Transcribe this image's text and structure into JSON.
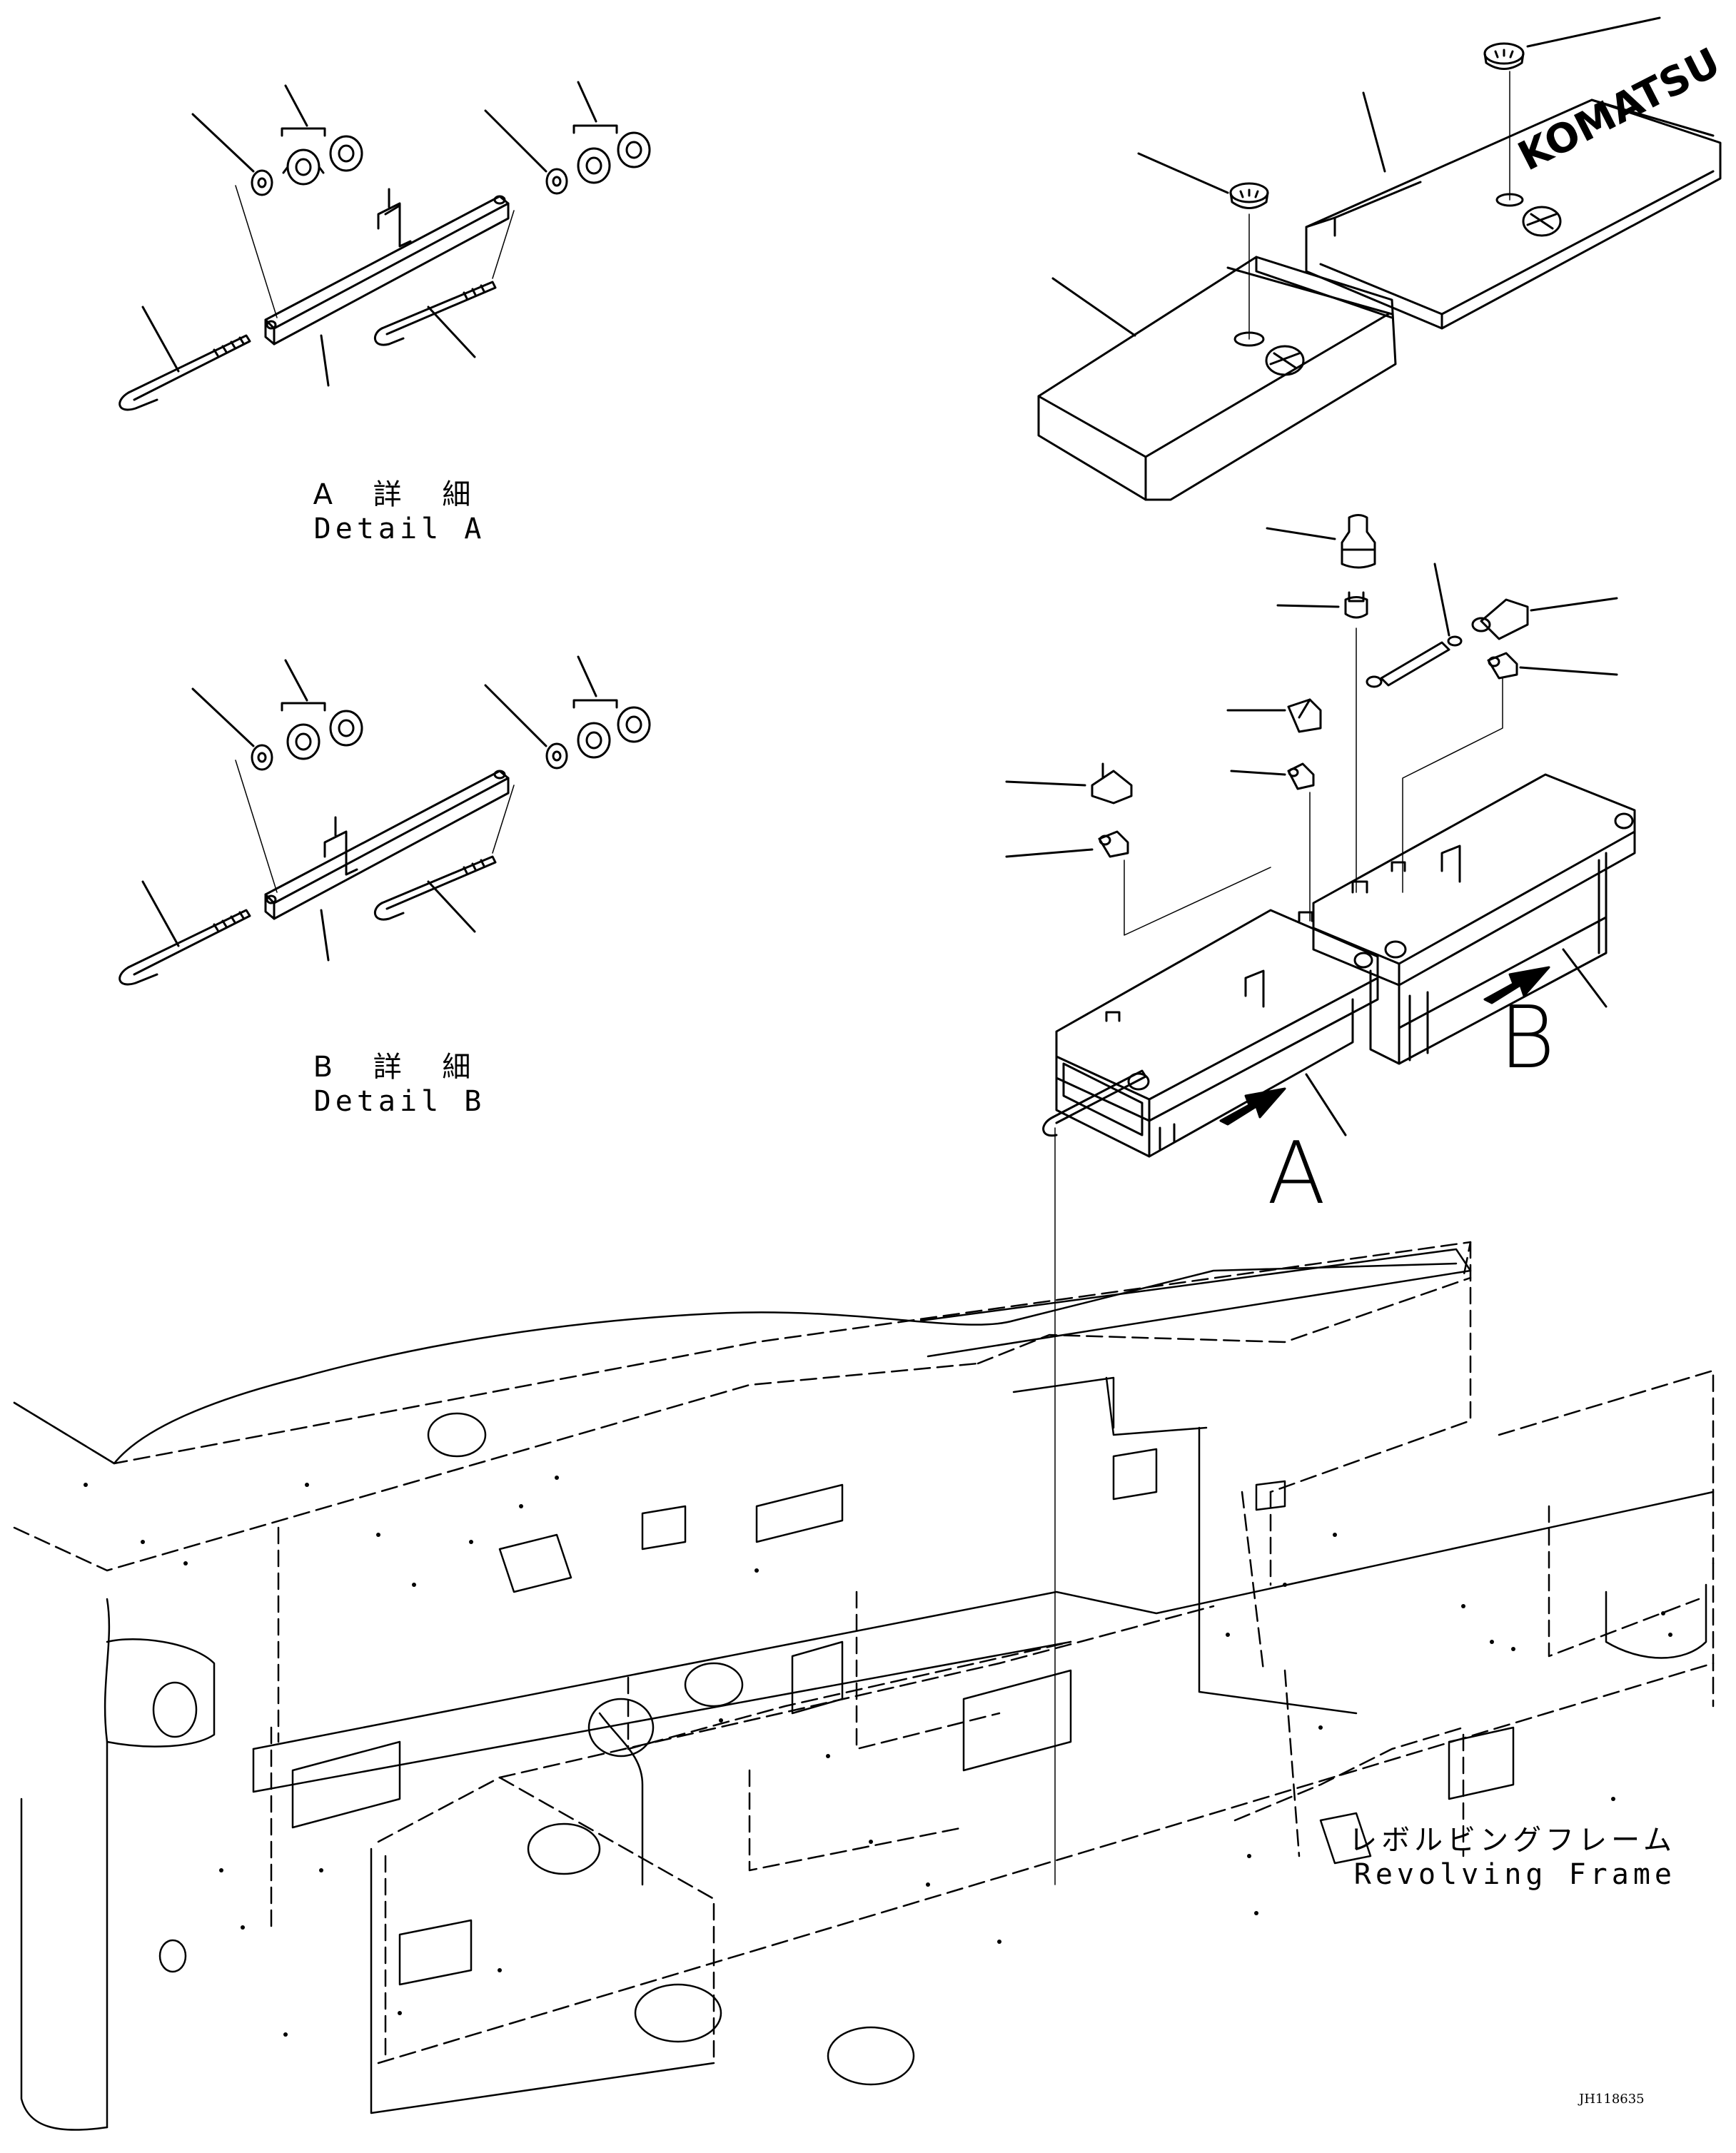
{
  "captions": {
    "detail_a": {
      "jp": "A 詳 細",
      "en": "Detail A"
    },
    "detail_b": {
      "jp": "B 詳 細",
      "en": "Detail B"
    },
    "frame": {
      "jp": "レボルビングフレーム",
      "en": "Revolving Frame"
    }
  },
  "callouts": {
    "a": "A",
    "b": "B"
  },
  "cover_logo": "KOMATSU",
  "drawing_number": "JH118635",
  "colors": {
    "line": "#000000",
    "background": "#ffffff"
  }
}
